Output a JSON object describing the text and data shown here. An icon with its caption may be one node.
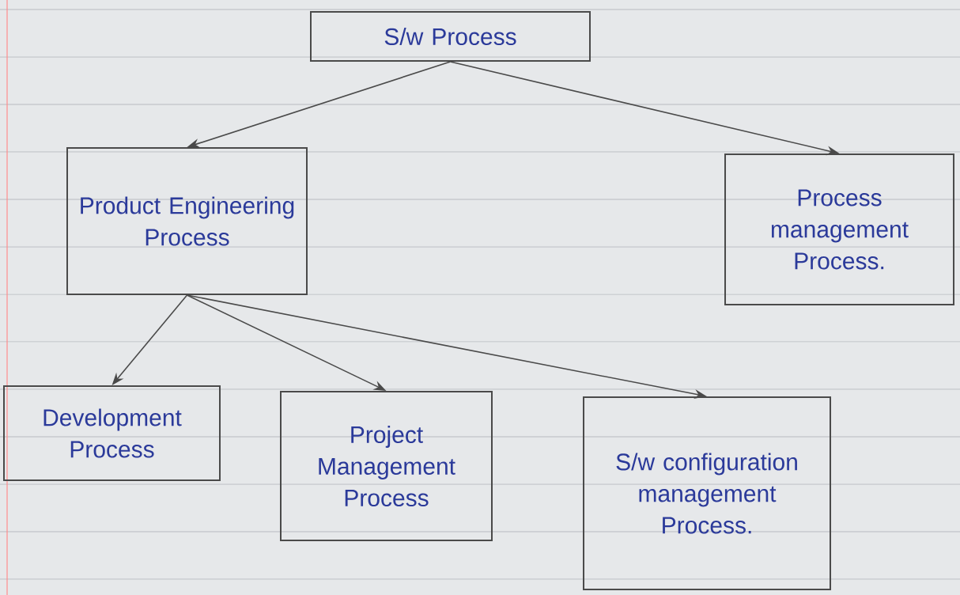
{
  "diagram": {
    "nodes": [
      {
        "text": [
          "S/w Process"
        ]
      },
      {
        "text": [
          "Product Engineering Process"
        ]
      },
      {
        "text": [
          "Process management Process."
        ]
      },
      {
        "text": [
          "Development Process"
        ]
      },
      {
        "text": [
          "Project Management Process"
        ]
      },
      {
        "text": [
          "S/w configuration management Process."
        ]
      }
    ],
    "edges": [
      {
        "from": 0,
        "to": 1,
        "arrow": "to"
      },
      {
        "from": 0,
        "to": 2,
        "arrow": "to"
      },
      {
        "from": 1,
        "to": 3,
        "arrow": "to"
      },
      {
        "from": 1,
        "to": 4,
        "arrow": "to"
      },
      {
        "from": 1,
        "to": 5,
        "arrow": "to"
      }
    ]
  }
}
